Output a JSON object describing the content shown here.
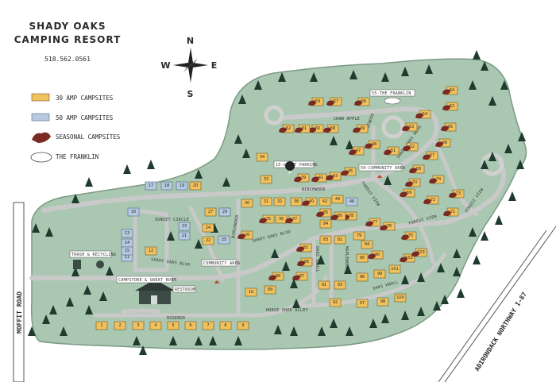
{
  "header": {
    "title_line1": "SHADY OAKS",
    "title_line2": "CAMPING RESORT",
    "phone": "518.562.0561"
  },
  "compass": {
    "n": "N",
    "s": "S",
    "e": "E",
    "w": "W"
  },
  "legend": {
    "amp30": "30 AMP CAMPSITES",
    "amp50": "50 AMP CAMPSITES",
    "seasonal": "SEASONAL CAMPSITES",
    "franklin": "THE FRANKLIN"
  },
  "colors": {
    "park": "#a9c7b1",
    "park_edge": "#7b9a85",
    "site_30amp": "#f0c15c",
    "site_50amp": "#b6c9de",
    "seasonal": "#7a2a22",
    "road": "#d0d0d0",
    "tree": "#1f3b2d"
  },
  "external_roads": {
    "moffit": "MOFFIT ROAD",
    "northway": "ADIRONDACK NORTHWAY I-87"
  },
  "labels": {
    "franklin_55": "55-THE FRANKLIN",
    "guest_parking": "15-GUEST PARKING",
    "community_50": "50-COMMUNITY AREA",
    "trash": "TRASH & RECYCLING",
    "community_area": "COMMUNITY AREA",
    "campstore": "CAMPSTORE & GREAT ROOM",
    "restroom": "RESTROOM"
  },
  "roads": {
    "crab_apple": "CRAB APPLE",
    "birchwood": "BIRCHWOOD",
    "birchwood_v": "BIRCHWOOD",
    "sunset_circle": "SUNSET CIRCLE",
    "shady_oaks_blvd_1": "SHADY OAKS BLVD",
    "shady_oaks_blvd_2": "SHADY OAKS BLVD",
    "shady_oaks_blvd_3": "SHADY OAKS BLVD",
    "oaks_knoll_v": "OAKS KNOLL",
    "oaks_knoll": "OAKS KNOLL",
    "maplewood": "MAPLEWOOD",
    "forest_view_1": "FOREST VIEW",
    "forest_view_2": "FOREST VIEW",
    "forest_view_3": "FOREST VIEW",
    "rosebud": "ROSEBUD",
    "horse_shoe": "HORSE SHOE ALLEY",
    "edgewood": "EDGEWOOD"
  },
  "sites": [
    {
      "n": "1",
      "t": "30",
      "s": false
    },
    {
      "n": "2",
      "t": "30",
      "s": false
    },
    {
      "n": "3",
      "t": "30",
      "s": false
    },
    {
      "n": "4",
      "t": "30",
      "s": false
    },
    {
      "n": "5",
      "t": "30",
      "s": false
    },
    {
      "n": "6",
      "t": "30",
      "s": false
    },
    {
      "n": "7",
      "t": "30",
      "s": false
    },
    {
      "n": "8",
      "t": "30",
      "s": false
    },
    {
      "n": "9",
      "t": "30",
      "s": false
    },
    {
      "n": "10",
      "t": "30",
      "s": false
    },
    {
      "n": "11",
      "t": "50",
      "s": false
    },
    {
      "n": "12",
      "t": "30",
      "s": false
    },
    {
      "n": "13",
      "t": "50",
      "s": false
    },
    {
      "n": "14",
      "t": "50",
      "s": false
    },
    {
      "n": "15",
      "t": "50",
      "s": false
    },
    {
      "n": "16",
      "t": "50",
      "s": false
    },
    {
      "n": "17",
      "t": "50",
      "s": false
    },
    {
      "n": "18",
      "t": "50",
      "s": false
    },
    {
      "n": "19",
      "t": "50",
      "s": false
    },
    {
      "n": "20",
      "t": "30",
      "s": false
    },
    {
      "n": "21",
      "t": "50",
      "s": false
    },
    {
      "n": "22",
      "t": "30",
      "s": false
    },
    {
      "n": "23",
      "t": "50",
      "s": false
    },
    {
      "n": "24",
      "t": "30",
      "s": false
    },
    {
      "n": "25",
      "t": "50",
      "s": false
    },
    {
      "n": "26",
      "t": "30",
      "s": true
    },
    {
      "n": "27",
      "t": "30",
      "s": false
    },
    {
      "n": "28",
      "t": "50",
      "s": false
    },
    {
      "n": "29",
      "t": "50",
      "s": false
    },
    {
      "n": "30",
      "t": "30",
      "s": false
    },
    {
      "n": "31",
      "t": "30",
      "s": false
    },
    {
      "n": "32",
      "t": "30",
      "s": false
    },
    {
      "n": "33",
      "t": "30",
      "s": false
    },
    {
      "n": "34",
      "t": "30",
      "s": false
    },
    {
      "n": "35",
      "t": "30",
      "s": true
    },
    {
      "n": "36",
      "t": "30",
      "s": false
    },
    {
      "n": "37",
      "t": "30",
      "s": true
    },
    {
      "n": "38",
      "t": "30",
      "s": false
    },
    {
      "n": "39",
      "t": "30",
      "s": true
    },
    {
      "n": "40",
      "t": "30",
      "s": true
    },
    {
      "n": "41",
      "t": "30",
      "s": true
    },
    {
      "n": "42",
      "t": "30",
      "s": false
    },
    {
      "n": "43",
      "t": "30",
      "s": true
    },
    {
      "n": "44",
      "t": "30",
      "s": false
    },
    {
      "n": "45",
      "t": "30",
      "s": true
    },
    {
      "n": "46",
      "t": "50",
      "s": false
    },
    {
      "n": "47",
      "t": "30",
      "s": true
    },
    {
      "n": "48",
      "t": "30",
      "s": true
    },
    {
      "n": "49",
      "t": "30",
      "s": true
    },
    {
      "n": "51",
      "t": "30",
      "s": true
    },
    {
      "n": "52",
      "t": "30",
      "s": true
    },
    {
      "n": "53",
      "t": "30",
      "s": true
    },
    {
      "n": "54",
      "t": "30",
      "s": true
    },
    {
      "n": "56",
      "t": "30",
      "s": true
    },
    {
      "n": "57",
      "t": "30",
      "s": true
    },
    {
      "n": "58",
      "t": "30",
      "s": true
    },
    {
      "n": "59",
      "t": "30",
      "s": true
    },
    {
      "n": "60",
      "t": "30",
      "s": true
    },
    {
      "n": "61",
      "t": "30",
      "s": true
    },
    {
      "n": "62",
      "t": "30",
      "s": true
    },
    {
      "n": "63",
      "t": "30",
      "s": true
    },
    {
      "n": "64",
      "t": "30",
      "s": true
    },
    {
      "n": "65",
      "t": "30",
      "s": true
    },
    {
      "n": "66",
      "t": "30",
      "s": true
    },
    {
      "n": "67",
      "t": "30",
      "s": true
    },
    {
      "n": "68",
      "t": "30",
      "s": true
    },
    {
      "n": "69",
      "t": "30",
      "s": true
    },
    {
      "n": "70",
      "t": "30",
      "s": true
    },
    {
      "n": "71",
      "t": "30",
      "s": true
    },
    {
      "n": "72",
      "t": "30",
      "s": true
    },
    {
      "n": "73",
      "t": "30",
      "s": true
    },
    {
      "n": "74",
      "t": "30",
      "s": true
    },
    {
      "n": "75",
      "t": "30",
      "s": true
    },
    {
      "n": "76",
      "t": "30",
      "s": true
    },
    {
      "n": "77",
      "t": "30",
      "s": true
    },
    {
      "n": "78",
      "t": "30",
      "s": true
    },
    {
      "n": "79",
      "t": "30",
      "s": false
    },
    {
      "n": "80",
      "t": "30",
      "s": true
    },
    {
      "n": "81",
      "t": "30",
      "s": false
    },
    {
      "n": "82",
      "t": "30",
      "s": true
    },
    {
      "n": "83",
      "t": "30",
      "s": false
    },
    {
      "n": "84",
      "t": "30",
      "s": false
    },
    {
      "n": "85",
      "t": "30",
      "s": true
    },
    {
      "n": "86",
      "t": "30",
      "s": true
    },
    {
      "n": "87",
      "t": "30",
      "s": true
    },
    {
      "n": "88",
      "t": "30",
      "s": true
    },
    {
      "n": "89",
      "t": "30",
      "s": false
    },
    {
      "n": "90",
      "t": "30",
      "s": true
    },
    {
      "n": "91",
      "t": "30",
      "s": false
    },
    {
      "n": "92",
      "t": "30",
      "s": false
    },
    {
      "n": "93",
      "t": "30",
      "s": false
    },
    {
      "n": "94",
      "t": "30",
      "s": false
    },
    {
      "n": "95",
      "t": "30",
      "s": false
    },
    {
      "n": "96",
      "t": "30",
      "s": false
    },
    {
      "n": "97",
      "t": "30",
      "s": false
    },
    {
      "n": "98",
      "t": "30",
      "s": false
    },
    {
      "n": "99",
      "t": "30",
      "s": false
    },
    {
      "n": "100",
      "t": "30",
      "s": false
    },
    {
      "n": "101",
      "t": "30",
      "s": false
    },
    {
      "n": "102",
      "t": "30",
      "s": true
    },
    {
      "n": "103",
      "t": "30",
      "s": true
    }
  ]
}
